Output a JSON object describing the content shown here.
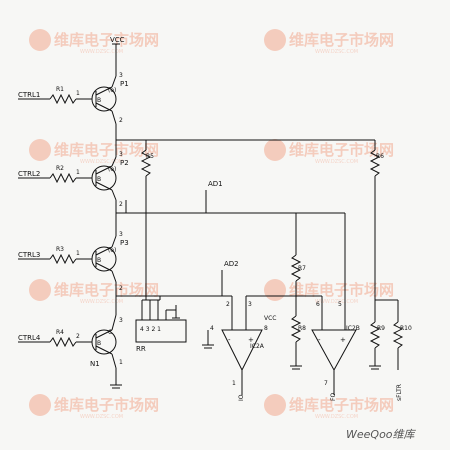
{
  "labels": {
    "vcc_top": "VCC",
    "vcc_ic": "VCC",
    "ctrl1": "CTRL1",
    "ctrl2": "CTRL2",
    "ctrl3": "CTRL3",
    "ctrl4": "CTRL4",
    "r1": "R1",
    "r2": "R2",
    "r3": "R3",
    "r4": "R4",
    "r5": "R5",
    "r6": "R6",
    "r7": "R7",
    "r8": "R8",
    "r9": "R9",
    "r10": "R10",
    "p1": "P1",
    "p2": "P2",
    "p3": "P3",
    "n1": "N1",
    "ad1": "AD1",
    "ad2": "AD2",
    "rr": "RR",
    "ic2a": "IC2A",
    "ic2b": "IC2B",
    "io": "IO",
    "fo": "FO",
    "sfltr": "sFLTR",
    "pin1": "1",
    "pin2": "2",
    "pin3": "3",
    "pin4": "4",
    "pin5": "5",
    "pin6": "6",
    "pin7": "7",
    "pin8": "8",
    "plus": "+",
    "minus": "-",
    "rr_pins": "4 3 2 1"
  },
  "watermark": {
    "brand_cn": "维库电子市场网",
    "url": "WWW.DZSC.COM",
    "footer_brand": "WeeQoo维库"
  }
}
